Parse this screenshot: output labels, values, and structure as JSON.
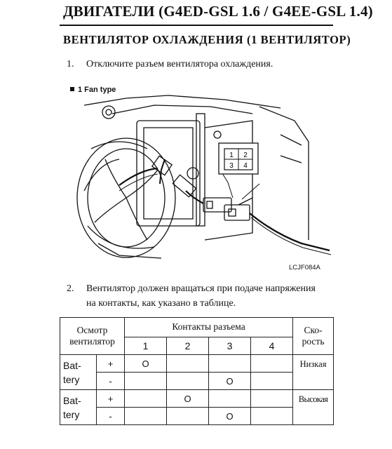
{
  "header": {
    "title": "ДВИГАТЕЛИ (G4ED-GSL 1.6 / G4EE-GSL 1.4)"
  },
  "section": {
    "title": "ВЕНТИЛЯТОР ОХЛАЖДЕНИЯ (1 ВЕНТИЛЯТОР)"
  },
  "steps": [
    {
      "num": "1.",
      "lines": [
        "Отключите разъем вентилятора охлаждения."
      ]
    },
    {
      "num": "2.",
      "lines": [
        "Вентилятор должен вращаться при подаче напряжения",
        "на контакты, как указано в таблице."
      ]
    }
  ],
  "figure": {
    "label": "1 Fan type",
    "code": "LCJF084A",
    "connector_pins": [
      "1",
      "2",
      "3",
      "4"
    ]
  },
  "table": {
    "col_inspect": [
      "Осмотр",
      "вентилятор"
    ],
    "col_contacts": "Контакты разъема",
    "col_speed": [
      "Ско-",
      "рость"
    ],
    "pins": [
      "1",
      "2",
      "3",
      "4"
    ],
    "rows": [
      {
        "group": [
          "Bat-",
          "tery"
        ],
        "sign": "+",
        "cells": [
          "O",
          "",
          "",
          ""
        ],
        "speed": "Низкая"
      },
      {
        "sign": "-",
        "cells": [
          "",
          "",
          "O",
          ""
        ]
      },
      {
        "group": [
          "Bat-",
          "tery"
        ],
        "sign": "+",
        "cells": [
          "",
          "O",
          "",
          ""
        ],
        "speed": "Высокая"
      },
      {
        "sign": "-",
        "cells": [
          "",
          "",
          "O",
          ""
        ]
      }
    ]
  }
}
